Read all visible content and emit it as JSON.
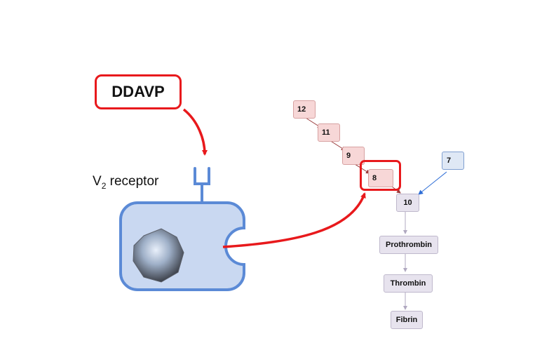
{
  "drug": {
    "label": "DDAVP"
  },
  "receptor": {
    "label_prefix": "V",
    "label_sub": "2",
    "label_suffix": " receptor"
  },
  "cascade": {
    "f12": "12",
    "f11": "11",
    "f9": "9",
    "f8": "8",
    "f7": "7",
    "f10": "10",
    "prothrombin": "Prothrombin",
    "thrombin": "Thrombin",
    "fibrin": "Fibrin"
  },
  "colors": {
    "highlight_red": "#e8191c",
    "cell_fill": "#c9d8f1",
    "cell_border": "#5b8ad6",
    "factor_red_fill": "#f7d7d7",
    "factor_blue_fill": "#dfe8f5",
    "factor_grey_fill": "#e7e3ee"
  }
}
